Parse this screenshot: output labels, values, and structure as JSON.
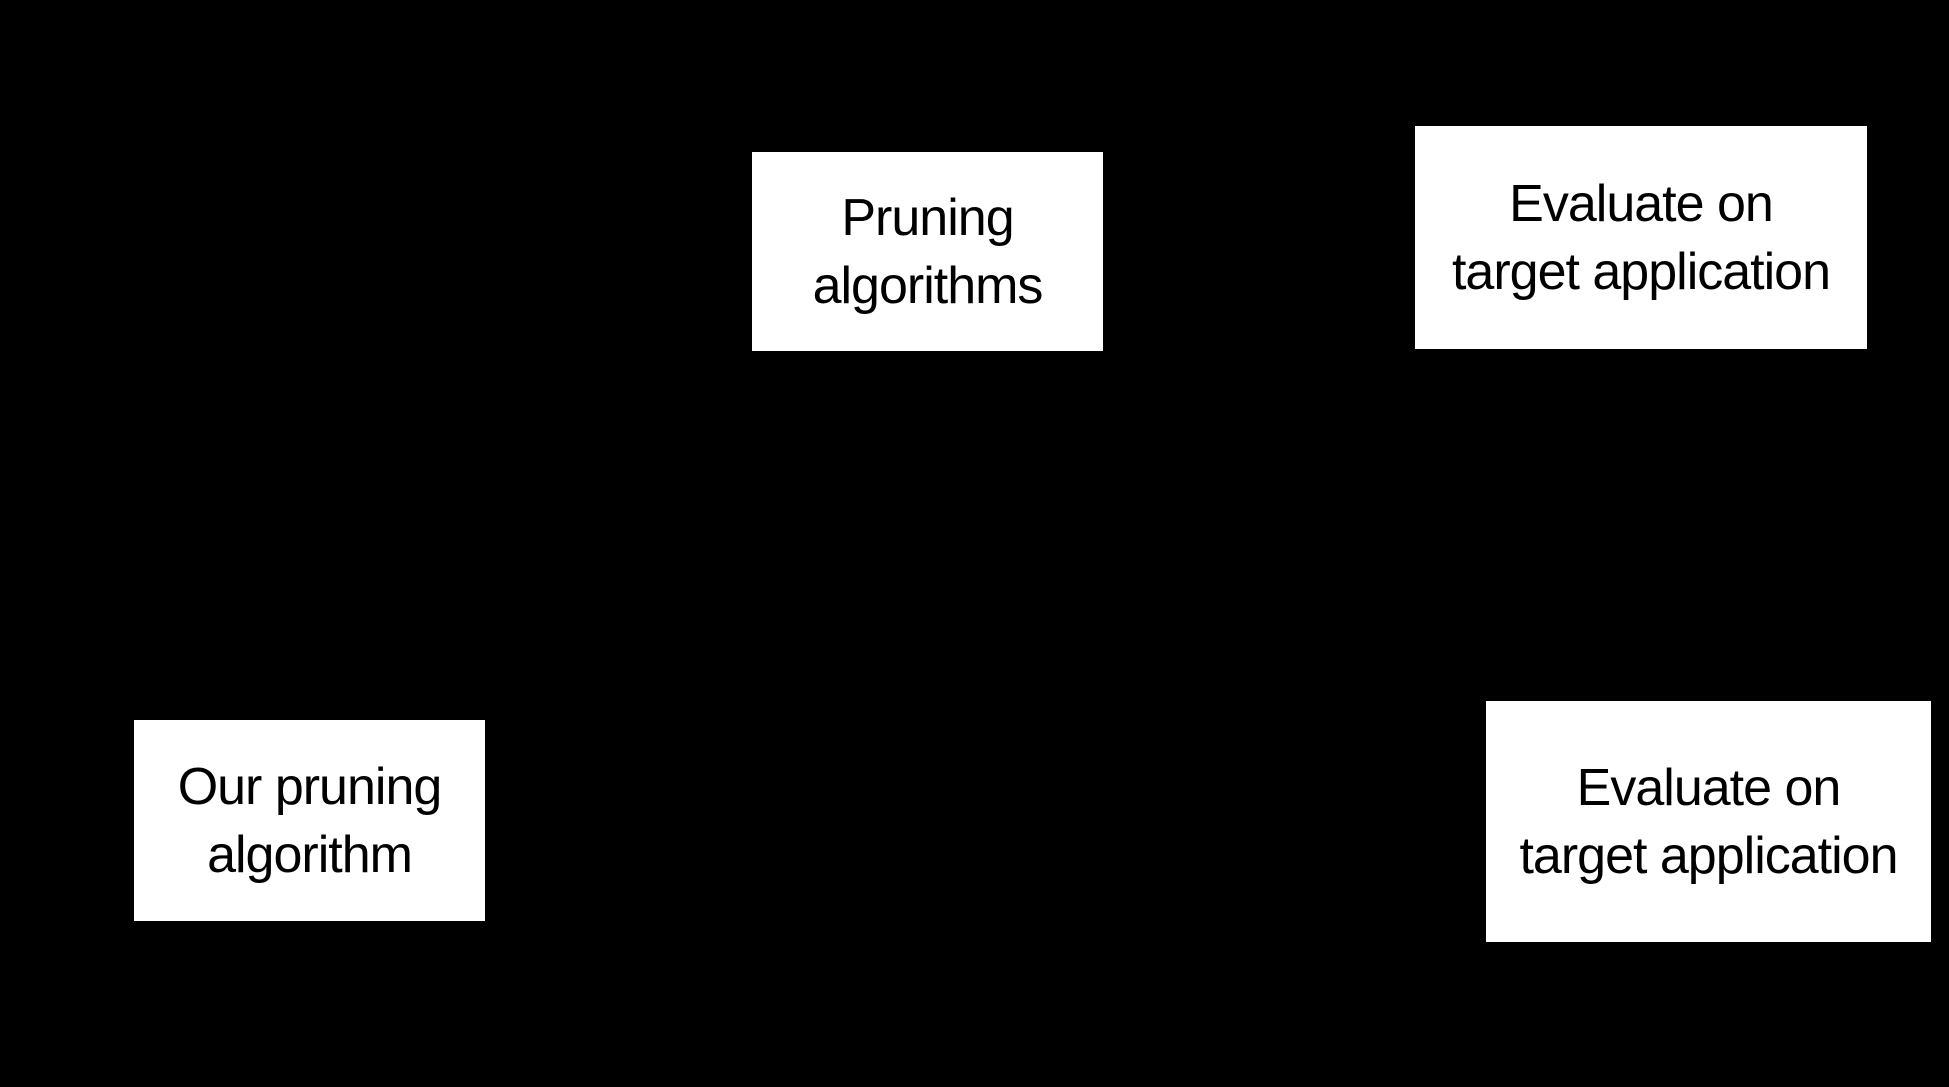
{
  "diagram": {
    "background_color": "#000000",
    "node_fill_color": "#ffffff",
    "node_text_color": "#000000",
    "nodes": [
      {
        "id": "pruning-algorithms",
        "line1": "Pruning",
        "line2": "algorithms"
      },
      {
        "id": "evaluate-target-top",
        "line1": "Evaluate on",
        "line2": "target application"
      },
      {
        "id": "our-pruning-algorithm",
        "line1": "Our pruning",
        "line2": "algorithm"
      },
      {
        "id": "evaluate-target-bottom",
        "line1": "Evaluate on",
        "line2": "target application"
      }
    ]
  }
}
